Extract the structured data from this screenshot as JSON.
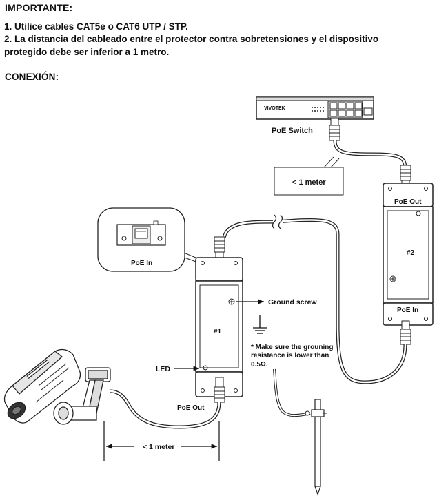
{
  "header": {
    "important": "IMPORTANTE:",
    "line1": "1. Utilice cables CAT5e o CAT6 UTP / STP.",
    "line2": "2. La distancia del cableado entre el protector contra sobretensiones y el dispositivo",
    "line3": "protegido debe ser inferior a 1 metro.",
    "connection": "CONEXIÓN:"
  },
  "diagram": {
    "switch_brand": "VIVOTEK",
    "switch_label": "PoE Switch",
    "meter_top": "< 1 meter",
    "meter_bottom": "< 1 meter",
    "protector1": {
      "id": "#1",
      "port_in": "PoE In",
      "port_out": "PoE Out",
      "led": "LED",
      "ground_screw": "Ground screw"
    },
    "protector2": {
      "id": "#2",
      "port_in": "PoE In",
      "port_out": "PoE Out"
    },
    "callout_label": "PoE In",
    "ground_note_1": "* Make sure the grouning",
    "ground_note_2": "resistance is lower than",
    "ground_note_3": "0.5Ω."
  }
}
